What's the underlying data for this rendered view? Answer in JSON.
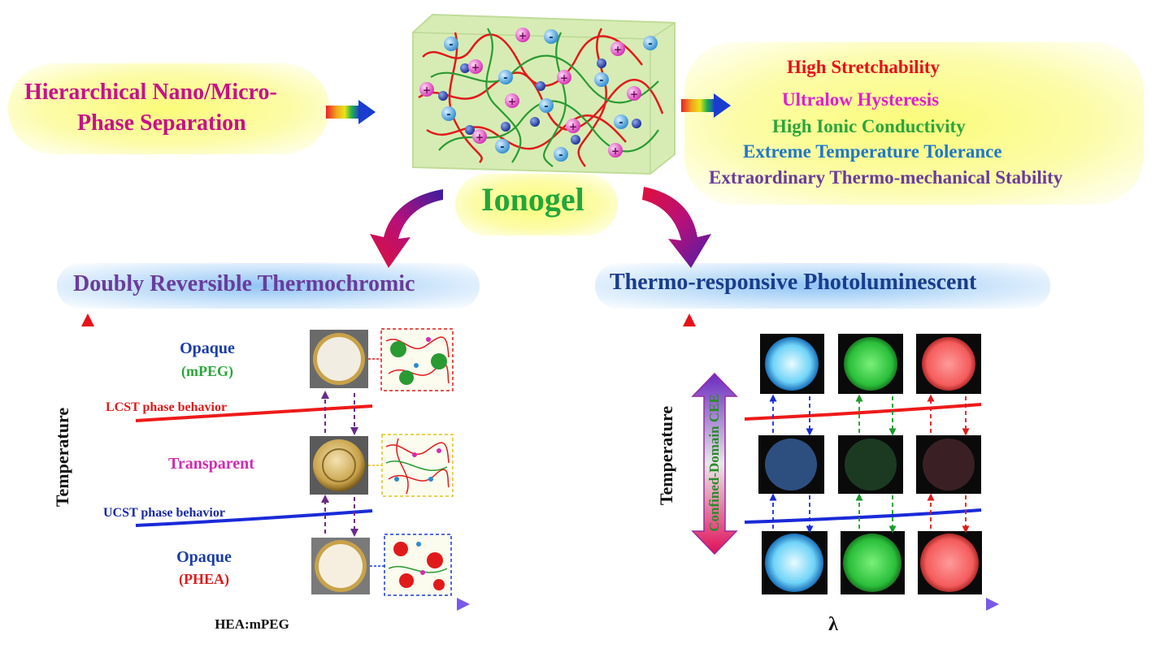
{
  "top": {
    "left_label": [
      "Hierarchical Nano/Micro-",
      "Phase Separation"
    ],
    "center_label": "Ionogel",
    "properties": [
      {
        "text": "High Stretchability",
        "color": "#e8101a"
      },
      {
        "text": "Ultralow Hysteresis",
        "color": "#e020d0"
      },
      {
        "text": "High Ionic Conductivity",
        "color": "#2aa63a"
      },
      {
        "text": "Extreme Temperature Tolerance",
        "color": "#1f78c8"
      },
      {
        "text": "Extraordinary Thermo-mechanical Stability",
        "color": "#6a3c9c"
      }
    ]
  },
  "left_panel": {
    "title": "Doubly Reversible Thermochromic",
    "y_label": "Temperature",
    "x_label": "HEA:mPEG",
    "state_top": "Opaque",
    "state_top_sub": "(mPEG)",
    "lcst": "LCST phase behavior",
    "state_mid": "Transparent",
    "ucst": "UCST phase behavior",
    "state_bottom": "Opaque",
    "state_bottom_sub": "(PHEA)"
  },
  "right_panel": {
    "title": "Thermo-responsive Photoluminescent",
    "y_label": "Temperature",
    "x_label": "λ",
    "cee_label": "Confined-Domain CEE"
  },
  "colors": {
    "red_line": "#ee1a1a",
    "blue_line": "#1a2ad8",
    "title_purple": "#6a3c9c",
    "title_blue": "#1a3c8c",
    "ionogel_green": "#22a63a"
  }
}
